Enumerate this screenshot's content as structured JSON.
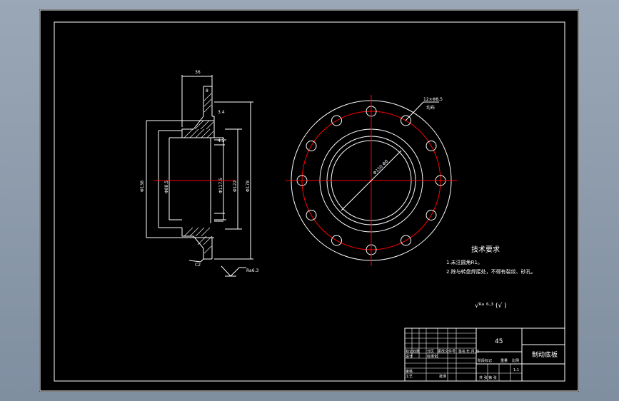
{
  "colors": {
    "background": "#000000",
    "frame": "#ffffff",
    "centerline": "#ff0000",
    "hatch": "#ffffff"
  },
  "dimensions": {
    "top_width": "36",
    "groove": "8",
    "d1": "3.4",
    "d2": "4.5",
    "outer_dia": "Φ138",
    "inner_dia": "Φ88.5",
    "hub_dia": "Φ117.5",
    "mid_dia": "Φ122",
    "flange_dia": "Φ178",
    "chamfer": "C2",
    "roughness": "Ra6.3",
    "bolt_holes": "12×Φ8.5",
    "bolt_holes_note": "均布",
    "pcd": "Φ150 Φ8"
  },
  "tech_req": {
    "title": "技术要求",
    "line1": "1.未注圆角R1。",
    "line2": "2.除与转盘焊接处，不得有裂纹、砂孔。",
    "roughness_note": "√ᴿᵃ ⁶·³ (√ )"
  },
  "title_block": {
    "material": "45",
    "part_name": "制动底板",
    "labels": [
      "标记",
      "处数",
      "分区",
      "更改文件号",
      "签名",
      "年.月.日"
    ],
    "row_design": "设计",
    "row_review": "审核",
    "row_process": "工艺",
    "row_standard": "标准化",
    "row_approve": "批准",
    "stage_label": "阶段标记",
    "weight_label": "重量",
    "scale_label": "比例",
    "scale_value": "1:1",
    "sheet_label": "共  张  第  张"
  }
}
